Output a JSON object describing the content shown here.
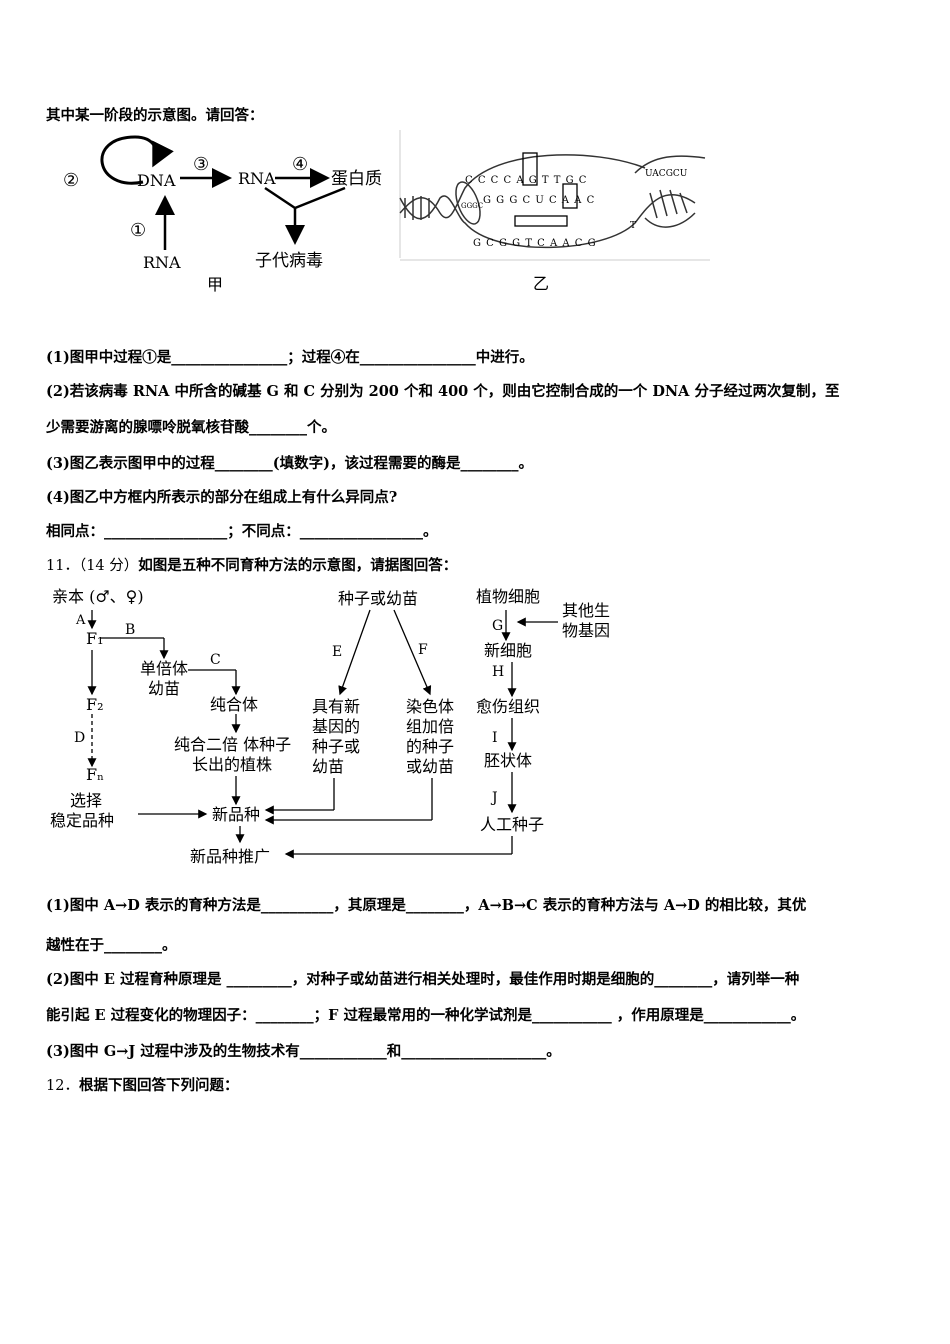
{
  "intro": "其中某一阶段的示意图。请回答：",
  "fig_jia": {
    "caption": "甲",
    "labels": {
      "c2": "②",
      "dna": "DNA",
      "c3": "③",
      "rna_mid": "RNA",
      "c4": "④",
      "protein": "蛋白质",
      "c1": "①",
      "rna_bottom": "RNA",
      "virus": "子代病毒"
    }
  },
  "fig_yi": {
    "caption": "乙",
    "top_strand": "C C C C A G T T G C",
    "mid_strand": "G G G C U C A A C",
    "bot_strand": "G C G G T C A A C G",
    "tail_top": "UACGCU",
    "tail_bot": "T",
    "left_bubble": "GGGC"
  },
  "q": {
    "q1": "(1)图甲中过程①是________________；过程④在________________中进行。",
    "q2a": "(2)若该病毒 RNA 中所含的碱基 G 和 C 分别为 200 个和 400 个，则由它控制合成的一个 DNA 分子经过两次复制，至",
    "q2b": "少需要游离的腺嘌呤脱氧核苷酸________个。",
    "q3": "(3)图乙表示图甲中的过程________(填数字)，该过程需要的酶是________。",
    "q4": "(4)图乙中方框内所表示的部分在组成上有什么异同点?",
    "q4b": "相同点：_________________；不同点：_________________。"
  },
  "q11": {
    "num": "11．（14 分）",
    "title": "如图是五种不同育种方法的示意图，请据图回答：",
    "diagram": {
      "parent": "亲本 (♂、♀)",
      "A": "A",
      "F1": "F₁",
      "B": "B",
      "haploid1": "单倍体",
      "haploid2": "幼苗",
      "C": "C",
      "pure": "纯合体",
      "pure2_1": "纯合二倍 体种子",
      "pure2_2": "长出的植株",
      "F2": "F₂",
      "D": "D",
      "Fn": "Fₙ",
      "select1": "选择",
      "select2": "稳定品种",
      "seed": "种子或幼苗",
      "E": "E",
      "F": "F",
      "e1": "具有新",
      "e2": "基因的",
      "e3": "种子或",
      "e4": "幼苗",
      "f1": "染色体",
      "f2": "组加倍",
      "f3": "的种子",
      "f4": "或幼苗",
      "plant": "植物细胞",
      "G": "G",
      "other1": "其他生",
      "other2": "物基因",
      "newcell": "新细胞",
      "H": "H",
      "callus": "愈伤组织",
      "I": "I",
      "embryo": "胚状体",
      "J": "J",
      "artseed": "人工种子",
      "newvar": "新品种",
      "promote": "新品种推广"
    },
    "q1a": "(1)图中 A→D 表示的育种方法是__________，其原理是________，A→B→C 表示的育种方法与 A→D 的相比较，其优",
    "q1b": "越性在于________。",
    "q2a": "(2)图中 E 过程育种原理是 _________，对种子或幼苗进行相关处理时，最佳作用时期是细胞的________，请列举一种",
    "q2b": "能引起 E 过程变化的物理因子：________；F 过程最常用的一种化学试剂是___________ ，作用原理是____________。",
    "q3": "(3)图中 G→J 过程中涉及的生物技术有____________和____________________。"
  },
  "q12": {
    "num": "12．",
    "title": "根据下图回答下列问题："
  }
}
